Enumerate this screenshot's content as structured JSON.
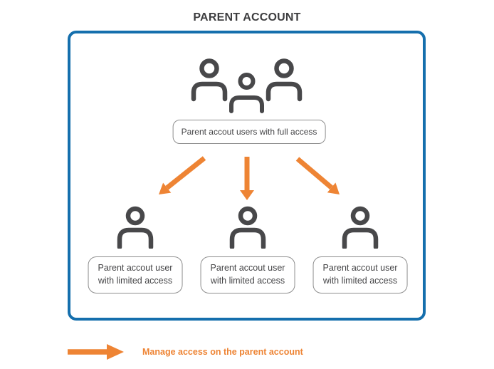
{
  "title": "PARENT ACCOUNT",
  "colors": {
    "blue": "#156fad",
    "orange": "#ee8434",
    "icon_gray": "#48484a",
    "label_border": "#8e8e8e",
    "text": "#454547",
    "title_text": "#3d3d3f"
  },
  "icons": {
    "group_users": "group-users-icon",
    "user": "user-icon",
    "arrow_down": "arrow-down-icon",
    "arrow_down_left": "arrow-down-left-icon",
    "arrow_down_right": "arrow-down-right-icon",
    "arrow_right": "arrow-right-icon"
  },
  "diagram": {
    "full_access_label": "Parent accout users with full access",
    "limited_access_labels": [
      {
        "line1": "Parent accout user",
        "line2": "with limited access"
      },
      {
        "line1": "Parent accout user",
        "line2": "with limited access"
      },
      {
        "line1": "Parent accout user",
        "line2": "with limited access"
      }
    ]
  },
  "legend": {
    "label": "Manage access on the parent account"
  }
}
